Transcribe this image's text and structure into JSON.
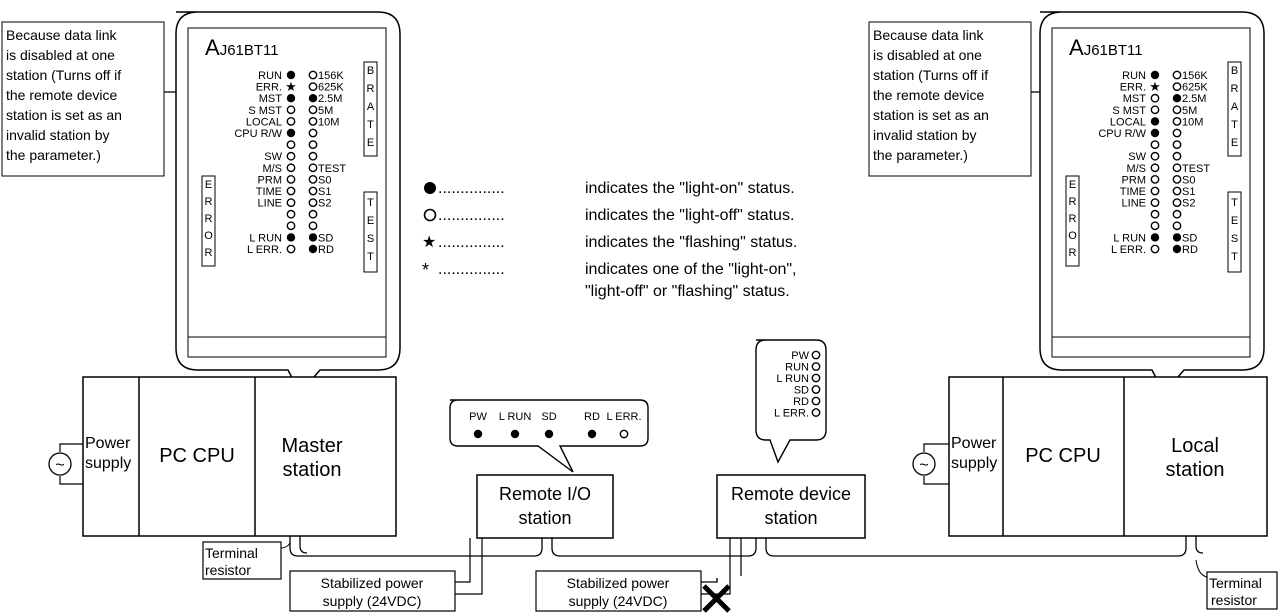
{
  "annotation_text": [
    "Because data link",
    "is disabled at one",
    "station (Turns off if",
    "the remote device",
    "station is set as an",
    "invalid station by",
    "the parameter.)"
  ],
  "module": {
    "model_prefix": "A",
    "model_suffix": "J61BT11",
    "left_labels": [
      "RUN",
      "ERR.",
      "MST",
      "S MST",
      "LOCAL",
      "CPU R/W",
      "",
      "SW",
      "M/S",
      "PRM",
      "TIME",
      "LINE",
      "",
      "",
      "L RUN",
      "L ERR."
    ],
    "right_labels": [
      "156K",
      "625K",
      "2.5M",
      "5M",
      "10M",
      "",
      "",
      "",
      "TEST",
      "S0",
      "S1",
      "S2",
      "",
      "",
      "SD",
      "RD"
    ],
    "brate_letters": [
      "B",
      "R",
      "A",
      "T",
      "E"
    ],
    "error_letters": [
      "E",
      "R",
      "R",
      "O",
      "R"
    ],
    "test_letters": [
      "T",
      "E",
      "S",
      "T"
    ]
  },
  "master_led": {
    "left_states": [
      "on",
      "flash",
      "on",
      "off",
      "off",
      "on",
      "off",
      "off",
      "off",
      "off",
      "off",
      "off",
      "off",
      "off",
      "on",
      "off"
    ],
    "right_states": [
      "off",
      "off",
      "on",
      "off",
      "off",
      "off",
      "off",
      "off",
      "off",
      "off",
      "off",
      "off",
      "off",
      "off",
      "on",
      "on"
    ]
  },
  "local_led": {
    "left_states": [
      "on",
      "flash",
      "off",
      "off",
      "on",
      "on",
      "off",
      "off",
      "off",
      "off",
      "off",
      "off",
      "off",
      "off",
      "on",
      "off"
    ],
    "right_states": [
      "off",
      "off",
      "on",
      "off",
      "off",
      "off",
      "off",
      "off",
      "off",
      "off",
      "off",
      "off",
      "off",
      "off",
      "on",
      "on"
    ]
  },
  "legend": [
    {
      "symbol": "●",
      "text": "indicates the \"light-on\" status."
    },
    {
      "symbol": "O",
      "text": "indicates the \"light-off\" status."
    },
    {
      "symbol": "★",
      "text": "indicates the \"flashing\" status."
    },
    {
      "symbol": "*",
      "text": "indicates one of the \"light-on\",",
      "text2": "\"light-off\" or \"flashing\" status."
    }
  ],
  "remote_io_leds": [
    {
      "label": "PW",
      "state": "on"
    },
    {
      "label": "L RUN",
      "state": "on"
    },
    {
      "label": "SD",
      "state": "on"
    },
    {
      "label": "RD",
      "state": "on"
    },
    {
      "label": "L ERR.",
      "state": "off"
    }
  ],
  "remote_device_leds": [
    {
      "label": "PW",
      "state": "off"
    },
    {
      "label": "RUN",
      "state": "off"
    },
    {
      "label": "L RUN",
      "state": "off"
    },
    {
      "label": "SD",
      "state": "off"
    },
    {
      "label": "RD",
      "state": "off"
    },
    {
      "label": "L ERR.",
      "state": "off"
    }
  ],
  "left_rack": {
    "power": [
      "Power",
      "supply"
    ],
    "cpu": "PC CPU",
    "station": [
      "Master",
      "station"
    ]
  },
  "right_rack": {
    "power": [
      "Power",
      "supply"
    ],
    "cpu": "PC CPU",
    "station": [
      "Local",
      "station"
    ]
  },
  "remote_io": [
    "Remote I/O",
    "station"
  ],
  "remote_device": [
    "Remote device",
    "station"
  ],
  "terminal_left": [
    "Terminal",
    "resistor"
  ],
  "terminal_right": [
    "Terminal",
    "resistor"
  ],
  "psu1": [
    "Stabilized power",
    "supply (24VDC)"
  ],
  "psu2": [
    "Stabilized power",
    "supply (24VDC)"
  ],
  "ac_symbol": "~"
}
